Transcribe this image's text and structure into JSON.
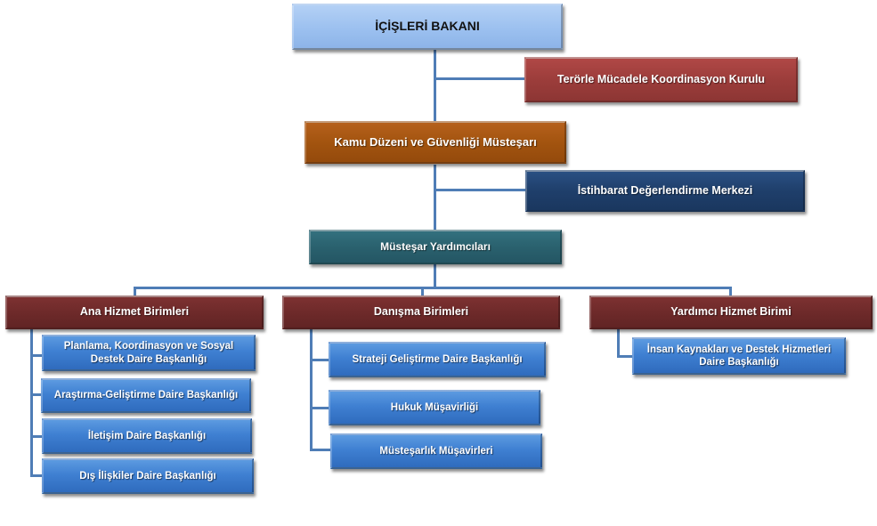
{
  "diagram": {
    "type": "organization-chart",
    "root": {
      "label": "İÇİŞLERİ BAKANI",
      "side_unit": "Terörle Mücadele Koordinasyon Kurulu"
    },
    "undersecretary": {
      "label": "Kamu Düzeni ve Güvenliği Müsteşarı",
      "side_unit": "İstihbarat Değerlendirme Merkezi"
    },
    "deputies": {
      "label": "Müsteşar Yardımcıları"
    },
    "groups": [
      {
        "label": "Ana Hizmet Birimleri",
        "units": [
          {
            "line1": "Planlama, Koordinasyon ve Sosyal",
            "line2": "Destek Daire Başkanlığı"
          },
          {
            "line1": "Araştırma-Geliştirme Daire Başkanlığı"
          },
          {
            "line1": "İletişim Daire Başkanlığı"
          },
          {
            "line1": "Dış İlişkiler Daire Başkanlığı"
          }
        ]
      },
      {
        "label": "Danışma Birimleri",
        "units": [
          {
            "line1": "Strateji Geliştirme Daire  Başkanlığı"
          },
          {
            "line1": "Hukuk Müşavirliği"
          },
          {
            "line1": "Müsteşarlık Müşavirleri"
          }
        ]
      },
      {
        "label": "Yardımcı Hizmet Birimi",
        "units": [
          {
            "line1": "İnsan Kaynakları ve Destek Hizmetleri",
            "line2": "Daire Başkanlığı"
          }
        ]
      }
    ],
    "colors": {
      "minister": "#9abfef",
      "council": "#9c3d3b",
      "undersecretary": "#a3540f",
      "intelligence": "#1f3f6b",
      "deputies": "#2a616e",
      "group_header": "#6e2a2a",
      "unit": "#3f80d2",
      "connector": "#4f7db6"
    }
  }
}
